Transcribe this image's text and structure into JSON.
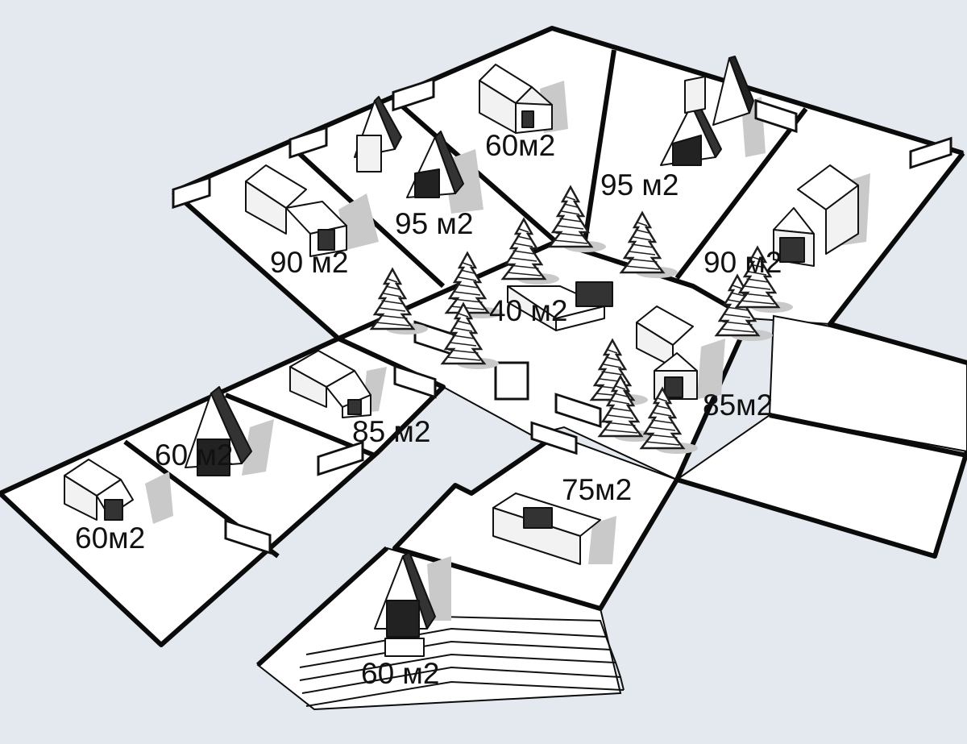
{
  "colors": {
    "background": "#e3e9ee",
    "plot_fill": "#ffffff",
    "outline": "#0b0b0b",
    "shadow": "#c9c9c9",
    "tree_dark": "#1e1e1e",
    "tree_light": "#ffffff",
    "house_roof": "#ffffff",
    "house_wall": "#f2f2f2"
  },
  "plots": [
    {
      "label": "60м2"
    },
    {
      "label": "95 м2"
    },
    {
      "label": "95 м2"
    },
    {
      "label": "90 м2"
    },
    {
      "label": "90 м2"
    },
    {
      "label": "40 м2"
    },
    {
      "label": "85 м2"
    },
    {
      "label": "85м2"
    },
    {
      "label": "60 м2"
    },
    {
      "label": "75м2"
    },
    {
      "label": "60м2"
    },
    {
      "label": "60 м2"
    }
  ],
  "icons": {
    "tree": "conifer-tree-icon",
    "house": "house-icon",
    "pergola": "pergola-icon"
  }
}
